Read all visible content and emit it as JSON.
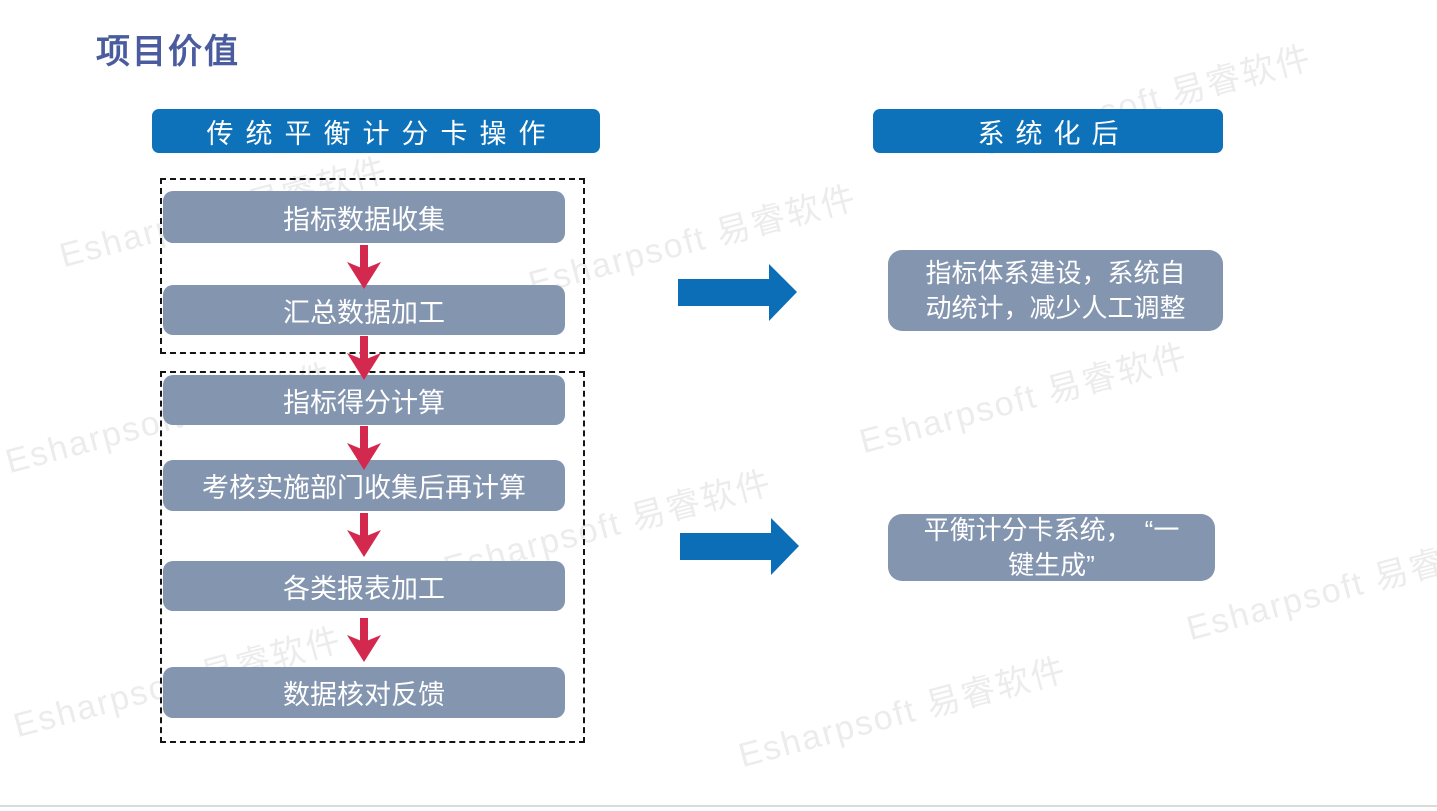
{
  "slide_title": "项目价值",
  "left_column": {
    "header": "传统平衡计分卡操作",
    "steps": [
      "指标数据收集",
      "汇总数据加工",
      "指标得分计算",
      "考核实施部门收集后再计算",
      "各类报表加工",
      "数据核对反馈"
    ]
  },
  "right_column": {
    "header": "系统化后",
    "benefit1": "指标体系建设，系统自\n动统计，减少人工调整",
    "benefit2": "平衡计分卡系统，　“一\n键生成”"
  },
  "watermark_text": "Esharpsoft 易睿软件",
  "colors": {
    "header_blue": "#0e72ba",
    "box_gray_blue": "#8495af",
    "arrow_red": "#d4294f",
    "arrow_blue": "#0d6eb8",
    "title_color": "#4a5c9e",
    "watermark": "#ececec"
  }
}
